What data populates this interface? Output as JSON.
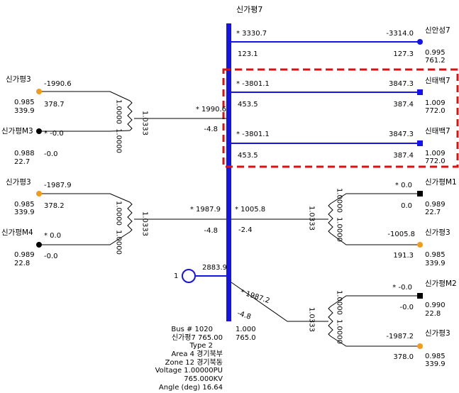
{
  "main_bus": {
    "name": "신가평7",
    "color": "#1414e6"
  },
  "bus_info": {
    "bus_no": "Bus  # 1020",
    "name_kv": "신가평7    765.00",
    "type": "Type  2",
    "area": "Area  4 경기북부",
    "zone": "Zone  12 경기북동",
    "voltage_pu": "Voltage  1.00000PU",
    "voltage_kv": "765.000KV",
    "angle": "Angle (deg)  16.64"
  },
  "main_bus_labels": {
    "v": "1.000",
    "kv": "765.0"
  },
  "lines": [
    {
      "to": "신안성7",
      "p_from": "* 3330.7",
      "q_from": "123.1",
      "p_to": "-3314.0",
      "q_to": "127.3",
      "v_pu": "0.995",
      "v_kv": "761.2"
    },
    {
      "to": "신태백7",
      "p_from": "* -3801.1",
      "q_from": "453.5",
      "p_to": "3847.3",
      "q_to": "387.4",
      "v_pu": "1.009",
      "v_kv": "772.0"
    },
    {
      "to": "신태백7",
      "p_from": "* -3801.1",
      "q_from": "453.5",
      "p_to": "3847.3",
      "q_to": "387.4",
      "v_pu": "1.009",
      "v_kv": "772.0"
    }
  ],
  "generator": {
    "id": "1",
    "output": "2883.9"
  },
  "left_transformers": [
    {
      "bus_p": "* 1990.6",
      "bus_q": "-4.8",
      "ratio_mid": "1.0333",
      "ratio_top": "1.0000",
      "ratio_bot": "1.0000",
      "top": {
        "name": "신가평3",
        "p": "-1990.6",
        "q": "378.7",
        "v_pu": "0.985",
        "v_kv": "339.9",
        "color": "#f39c1b"
      },
      "bottom": {
        "name": "신가평M3",
        "p": "* -0.0",
        "q": "-0.0",
        "v_pu": "0.988",
        "v_kv": "22.7",
        "color": "#000000"
      }
    },
    {
      "bus_p": "* 1987.9",
      "bus_q": "-4.8",
      "ratio_mid": "1.0333",
      "ratio_top": "1.0000",
      "ratio_bot": "1.0000",
      "top": {
        "name": "신가평3",
        "p": "-1987.9",
        "q": "378.2",
        "v_pu": "0.985",
        "v_kv": "339.9",
        "color": "#f39c1b"
      },
      "bottom": {
        "name": "신가평M4",
        "p": "* 0.0",
        "q": "-0.0",
        "v_pu": "0.989",
        "v_kv": "22.8",
        "color": "#000000"
      }
    }
  ],
  "right_transformers": [
    {
      "bus_p": "* 1005.8",
      "bus_q": "-2.4",
      "ratio_mid": "1.0333",
      "ratio_top": "1.0000",
      "ratio_bot": "1.0000",
      "top": {
        "name": "신가평M1",
        "p": "* 0.0",
        "q": "0.0",
        "v_pu": "0.989",
        "v_kv": "22.7",
        "color": "#000000"
      },
      "bottom": {
        "name": "신가평3",
        "p": "-1005.8",
        "q": "191.3",
        "v_pu": "0.985",
        "v_kv": "339.9",
        "color": "#f39c1b"
      }
    },
    {
      "bus_p": "* 1987.2",
      "bus_q": "-4.8",
      "ratio_mid": "1.0333",
      "ratio_top": "1.0000",
      "ratio_bot": "1.0000",
      "top": {
        "name": "신가평M2",
        "p": "* -0.0",
        "q": "-0.0",
        "v_pu": "0.990",
        "v_kv": "22.8",
        "color": "#000000"
      },
      "bottom": {
        "name": "신가평3",
        "p": "-1987.2",
        "q": "378.0",
        "v_pu": "0.985",
        "v_kv": "339.9",
        "color": "#f39c1b"
      }
    }
  ],
  "highlight": {
    "color": "#e01010"
  }
}
